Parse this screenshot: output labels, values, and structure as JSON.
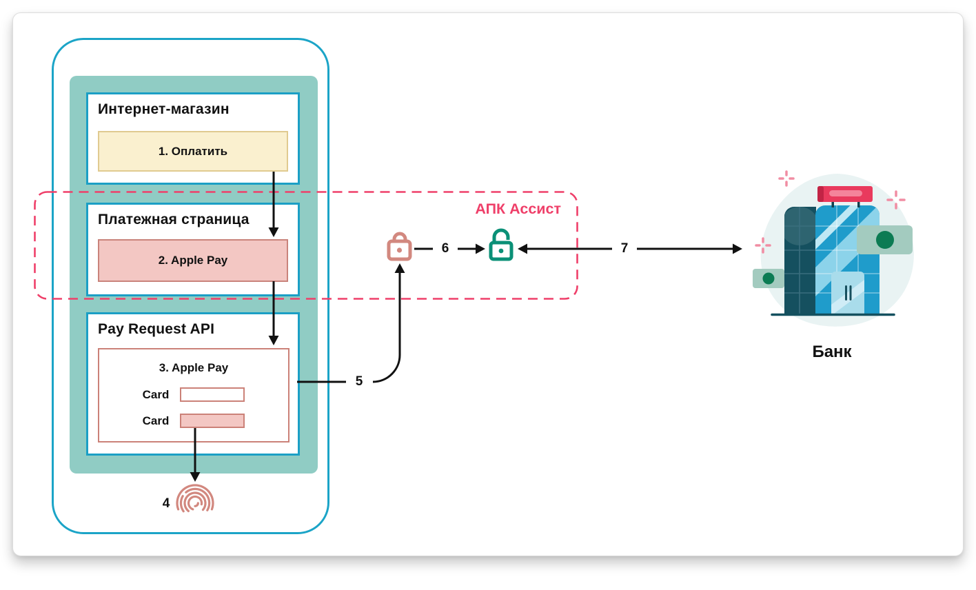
{
  "diagram": {
    "phone": {
      "store": {
        "title": "Интернет-магазин",
        "button_label": "1. Оплатить"
      },
      "payment_page": {
        "title": "Платежная страница",
        "button_label": "2. Apple Pay"
      },
      "pay_request_api": {
        "title": "Pay Request API",
        "sheet_title": "3. Apple Pay",
        "card_rows": [
          {
            "label": "Card",
            "state": "empty"
          },
          {
            "label": "Card",
            "state": "filled"
          }
        ]
      }
    },
    "assist_zone": {
      "label": "АПК Ассист"
    },
    "bank": {
      "label": "Банк"
    },
    "steps": {
      "s4": "4",
      "s5": "5",
      "s6": "6",
      "s7": "7"
    },
    "icons": {
      "fingerprint": "fingerprint-icon",
      "lock_closed": "lock-closed-icon",
      "lock_open": "lock-open-icon",
      "bank": "bank-building-illustration"
    }
  },
  "colors": {
    "phone_border": "#1BA4C7",
    "panel_teal": "#90CCC4",
    "box_border_cyan": "#1B9FC5",
    "button_yellow_bg": "#FAF0CF",
    "button_yellow_border": "#E0CA90",
    "button_pink_bg": "#F3C7C3",
    "button_pink_border": "#C9837B",
    "sheet_border_salmon": "#CB8178",
    "accent_pink": "#EF3F69",
    "lock_closed_salmon": "#D2887F",
    "lock_open_green": "#0B9077",
    "fingerprint_salmon": "#D2887F",
    "arrow_black": "#111111",
    "bank_dark_teal": "#15505F",
    "bank_blue": "#1F9CCB",
    "bank_sign_red": "#E93A5D",
    "bill_green": "#A3CBBF",
    "bill_circle_green": "#0C7B53",
    "blob_bg": "#E9F3F3",
    "sparkle_pink": "#F18DA3"
  }
}
